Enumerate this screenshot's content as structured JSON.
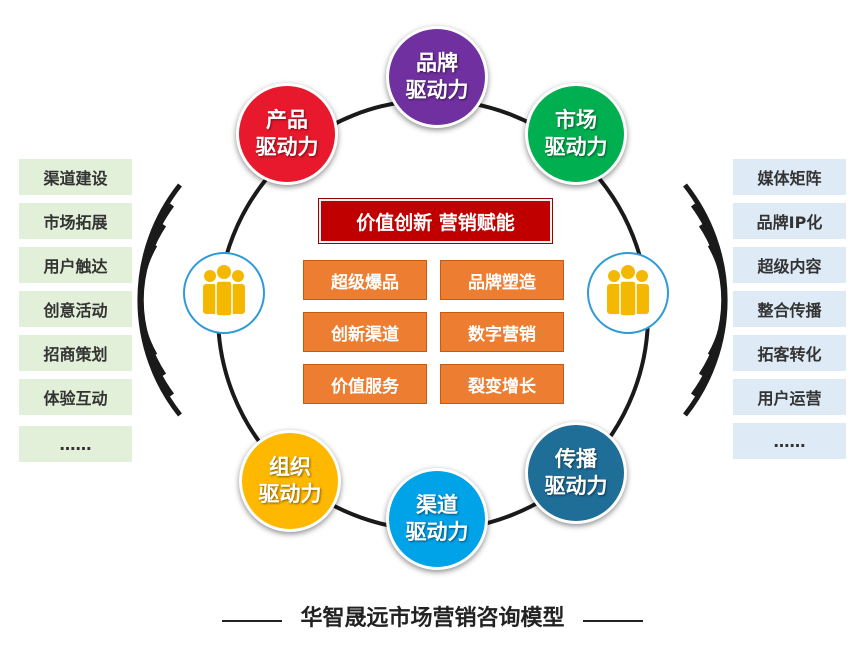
{
  "nodes": {
    "brand": {
      "line1": "品牌",
      "line2": "驱动力",
      "color": "#7030A0"
    },
    "market": {
      "line1": "市场",
      "line2": "驱动力",
      "color": "#00B050"
    },
    "product": {
      "line1": "产品",
      "line2": "驱动力",
      "color": "#E8192C"
    },
    "spread": {
      "line1": "传播",
      "line2": "驱动力",
      "color": "#1F6E98"
    },
    "org": {
      "line1": "组织",
      "line2": "驱动力",
      "color": "#FFB800"
    },
    "channel": {
      "line1": "渠道",
      "line2": "驱动力",
      "color": "#00A2E8"
    }
  },
  "center": {
    "title": "价值创新 营销赋能",
    "items": [
      "超级爆品",
      "品牌塑造",
      "创新渠道",
      "数字营销",
      "价值服务",
      "裂变增长"
    ]
  },
  "left_list": [
    "渠道建设",
    "市场拓展",
    "用户触达",
    "创意活动",
    "招商策划",
    "体验互动",
    "……"
  ],
  "right_list": [
    "媒体矩阵",
    "品牌IP化",
    "超级内容",
    "整合传播",
    "拓客转化",
    "用户运营",
    "……"
  ],
  "footer": {
    "text": "华智晟远市场营销咨询模型"
  },
  "colors": {
    "left_box": "#E2F0D9",
    "right_box": "#DEEBF7",
    "center_item": "#ED7D31",
    "center_title": "#C00000",
    "people_icon": "#F5B800",
    "people_ring": "#2E9BD6"
  }
}
